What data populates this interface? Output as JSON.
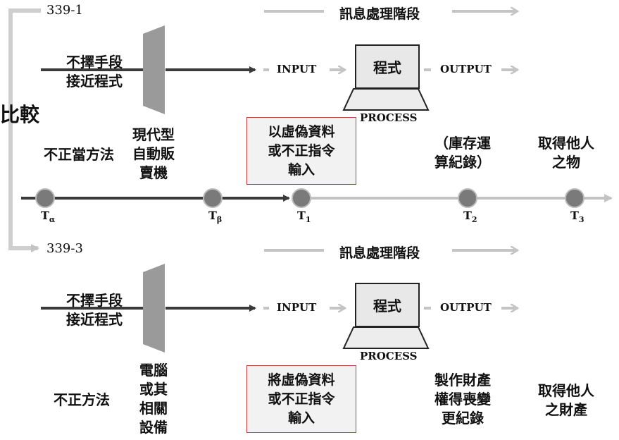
{
  "side_label": "比較",
  "sections": {
    "top": {
      "code": "339-1",
      "phase_label": "訊息處理階段",
      "means_label": "不擇手段\n接近程式",
      "machine_label": "現代型\n自動販\n賣機",
      "act_label": "不正當方法",
      "box_label": "以虛偽資料\n或不正指令\n輸入",
      "result_label": "（庫存運\n算紀錄）",
      "gain_label": "取得他人\n之物",
      "input_label": "INPUT",
      "program_label": "程式",
      "output_label": "OUTPUT",
      "process_label": "PROCESS"
    },
    "bottom": {
      "code": "339-3",
      "phase_label": "訊息處理階段",
      "means_label": "不擇手段\n接近程式",
      "machine_label": "電腦\n或其\n相關\n設備",
      "act_label": "不正方法",
      "box_label": "將虛偽資料\n或不正指令\n輸入",
      "result_label": "製作財產\n權得喪變\n更紀錄",
      "gain_label": "取得他人\n之財產",
      "input_label": "INPUT",
      "program_label": "程式",
      "output_label": "OUTPUT",
      "process_label": "PROCESS"
    }
  },
  "timeline": {
    "points": [
      {
        "label": "T",
        "sub": "α"
      },
      {
        "label": "T",
        "sub": "β"
      },
      {
        "label": "T",
        "sub": "1"
      },
      {
        "label": "T",
        "sub": "2"
      },
      {
        "label": "T",
        "sub": "3"
      }
    ]
  },
  "colors": {
    "dark_arrow": "#3a3a3a",
    "light_arrow": "#c4c4c4",
    "node_fill": "#7a7a7a",
    "box_border": "#c23a3a"
  }
}
